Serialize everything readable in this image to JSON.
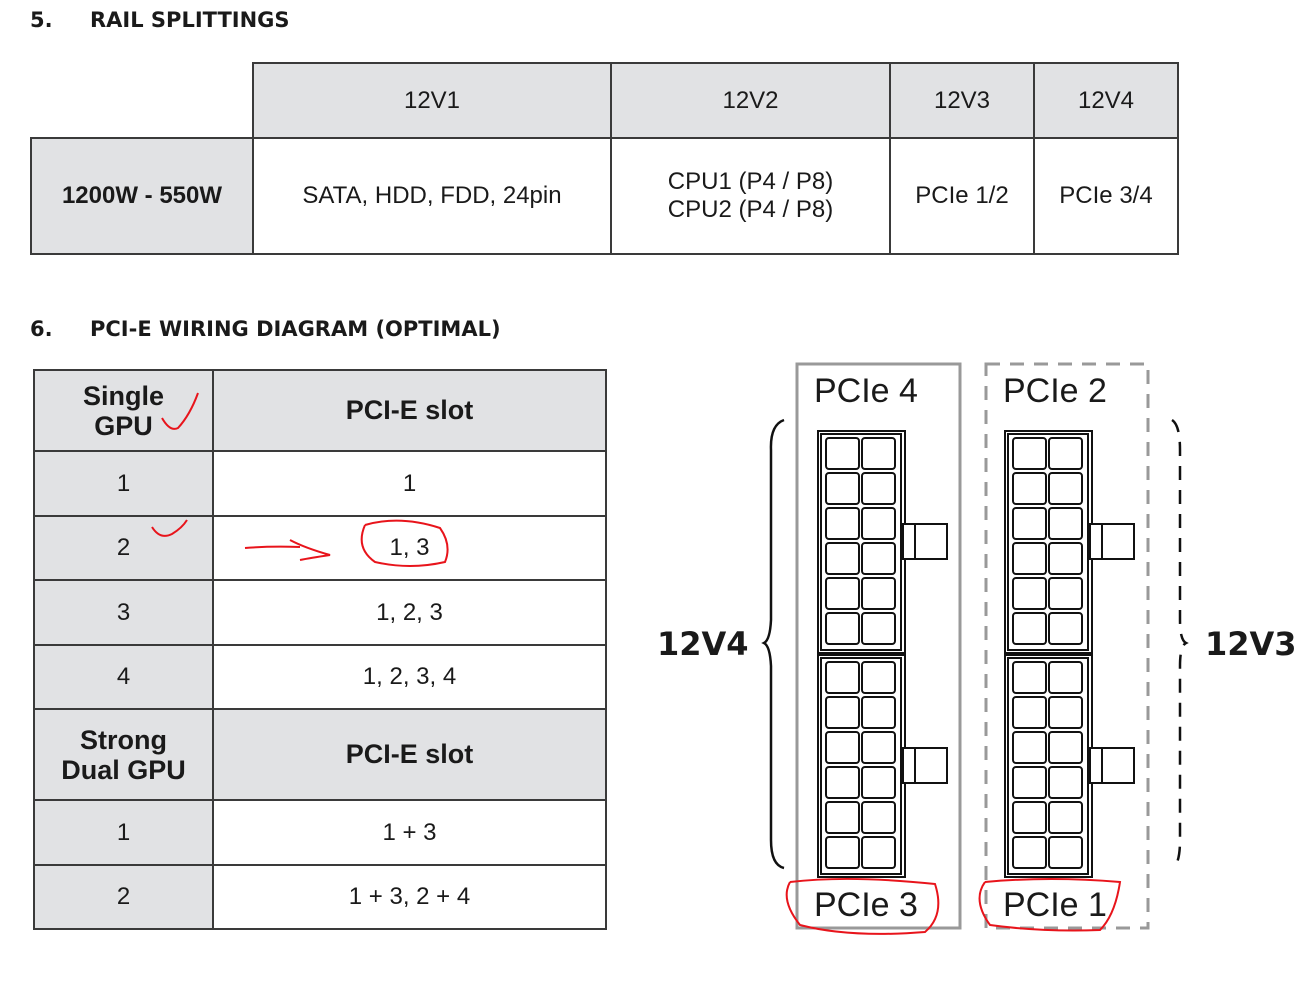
{
  "section5": {
    "number": "5.",
    "title": "RAIL SPLITTINGS",
    "headers": [
      "12V1",
      "12V2",
      "12V3",
      "12V4"
    ],
    "row_label": "1200W - 550W",
    "cells": [
      "SATA, HDD, FDD, 24pin",
      "CPU1 (P4 / P8)",
      "CPU2 (P4 / P8)",
      "PCIe 1/2",
      "PCIe 3/4"
    ]
  },
  "section6": {
    "number": "6.",
    "title": "PCI-E WIRING DIAGRAM (OPTIMAL)",
    "single": {
      "h1": "Single",
      "h2": "GPU",
      "col": "PCI-E slot",
      "rows": [
        [
          "1",
          "1"
        ],
        [
          "2",
          "1, 3"
        ],
        [
          "3",
          "1, 2, 3"
        ],
        [
          "4",
          "1, 2, 3, 4"
        ]
      ]
    },
    "dual": {
      "h1": "Strong",
      "h2": "Dual GPU",
      "col": "PCI-E slot",
      "rows": [
        [
          "1",
          "1 + 3"
        ],
        [
          "2",
          "1 + 3, 2 + 4"
        ]
      ]
    },
    "diagram": {
      "left_top": "PCIe 4",
      "left_bottom": "PCIe 3",
      "right_top": "PCIe 2",
      "right_bottom": "PCIe 1",
      "left_rail": "12V4",
      "right_rail": "12V3"
    }
  },
  "annotation_color": "#e8141b"
}
